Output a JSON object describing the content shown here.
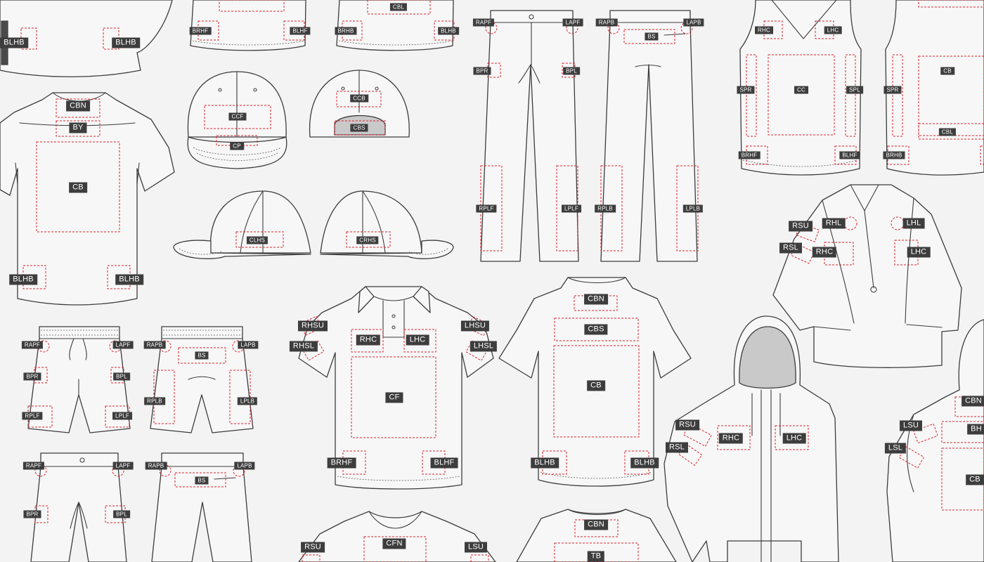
{
  "colors": {
    "background": "#f3f3f3",
    "outline": "#3c3c3c",
    "zone": "#d9252f",
    "tag": "#3d3d3d",
    "tag_text": "#ffffff"
  },
  "labels": {
    "shirt_tl_blhb_l": "BLHB",
    "shirt_tl_blhb_r": "BLHB",
    "top_a_brhf": "BRHF",
    "top_a_blhf": "BLHF",
    "top_b_cbl": "CBL",
    "top_b_brhb": "BRHB",
    "top_b_blhb": "BLHB",
    "shirt_back_cbn": "CBN",
    "shirt_back_by": "BY",
    "shirt_back_cb": "CB",
    "shirt_back_blhb_l": "BLHB",
    "shirt_back_blhb_r": "BLHB",
    "cap_front_ccf": "CCF",
    "cap_front_cp": "CP",
    "cap_back_ccb": "CCB",
    "cap_back_cbs": "CBS",
    "cap_left_clhs": "CLHS",
    "cap_right_crhs": "CRHS",
    "pants_f_rapf": "RAPF",
    "pants_f_lapf": "LAPF",
    "pants_f_bpr": "BPR",
    "pants_f_bpl": "BPL",
    "pants_f_rplf": "RPLF",
    "pants_f_lplf": "LPLF",
    "pants_b_rapb": "RAPB",
    "pants_b_lapb": "LAPB",
    "pants_b_bs": "BS",
    "pants_b_rplb": "RPLB",
    "pants_b_lplb": "LPLB",
    "tank_rhc": "RHC",
    "tank_lhc": "LHC",
    "tank_spr": "SPR",
    "tank_cc": "CC",
    "tank_spl": "SPL",
    "tank_brhf": "BRHF",
    "tank_blhf": "BLHF",
    "tank_back_spr": "SPR",
    "tank_back_cb": "CB",
    "tank_back_cbl": "CBL",
    "tank_back_brhb": "BRHB",
    "blazer_rsu": "RSU",
    "blazer_rhl": "RHL",
    "blazer_lhl": "LHL",
    "blazer_rsl": "RSL",
    "blazer_rhc": "RHC",
    "blazer_lhc": "LHC",
    "shorts_f_rapf": "RAPF",
    "shorts_f_lapf": "LAPF",
    "shorts_f_bpr": "BPR",
    "shorts_f_bpl": "BPL",
    "shorts_f_rplf": "RPLF",
    "shorts_f_lplf": "LPLF",
    "shorts_b_rapb": "RAPB",
    "shorts_b_lapb": "LAPB",
    "shorts_b_bs": "BS",
    "shorts_b_rplb": "RPLB",
    "shorts_b_lplb": "LPLB",
    "polo_rhsu": "RHSU",
    "polo_lhsu": "LHSU",
    "polo_rhsl": "RHSL",
    "polo_lhsl": "LHSL",
    "polo_rhc": "RHC",
    "polo_lhc": "LHC",
    "polo_cf": "CF",
    "polo_brhf": "BRHF",
    "polo_blhf": "BLHF",
    "tee_back_cbn": "CBN",
    "tee_back_cbs": "CBS",
    "tee_back_cb": "CB",
    "tee_back_blhb_l": "BLHB",
    "tee_back_blhb_r": "BLHB",
    "pants2_f_rapf": "RAPF",
    "pants2_f_lapf": "LAPF",
    "pants2_f_bpr": "BPR",
    "pants2_f_bpl": "BPL",
    "pants2_b_rapb": "RAPB",
    "pants2_b_lapb": "LAPB",
    "pants2_b_bs": "BS",
    "hoodie_rsu": "RSU",
    "hoodie_rsl": "RSL",
    "hoodie_rhc": "RHC",
    "hoodie_lhc": "LHC",
    "jacket_back_cbn": "CBN",
    "jacket_back_bh": "BH",
    "jacket_back_lsu": "LSU",
    "jacket_back_lsl": "LSL",
    "jacket_back_cb": "CB",
    "tee_front_rsu": "RSU",
    "tee_front_cfn": "CFN",
    "tee_front_lsu": "LSU",
    "tee_back2_cbn": "CBN",
    "tee_back2_tb": "TB"
  }
}
